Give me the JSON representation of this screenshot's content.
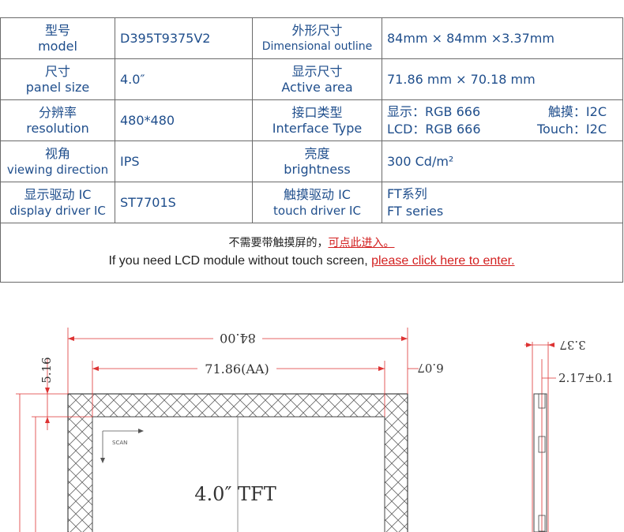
{
  "spec": {
    "model_zh": "型号",
    "model_en": "model",
    "model_val": "D395T9375V2",
    "outline_zh": "外形尺寸",
    "outline_en": "Dimensional outline",
    "outline_val": "84mm × 84mm ×3.37mm",
    "panel_zh": "尺寸",
    "panel_en": "panel size",
    "panel_val": "4.0″",
    "active_zh": "显示尺寸",
    "active_en": "Active area",
    "active_val": "71.86 mm × 70.18 mm",
    "res_zh": "分辨率",
    "res_en": "resolution",
    "res_val": "480*480",
    "iface_zh": "接口类型",
    "iface_en": "Interface Type",
    "iface_disp_zh": "显示：RGB 666",
    "iface_touch_zh": "触摸：I2C",
    "iface_disp_en": "LCD：RGB 666",
    "iface_touch_en": "Touch：I2C",
    "view_zh": "视角",
    "view_en": "viewing direction",
    "view_val": "IPS",
    "bright_zh": "亮度",
    "bright_en": "brightness",
    "bright_val": "300 Cd/m²",
    "ddic_zh": "显示驱动 IC",
    "ddic_en": "display driver IC",
    "ddic_val": "ST7701S",
    "tdic_zh": "触摸驱动 IC",
    "tdic_en": "touch driver IC",
    "tdic_val1": "FT系列",
    "tdic_val2": "FT series"
  },
  "note": {
    "zh_text": "不需要带触摸屏的，",
    "zh_link": "可点此进入。",
    "en_text": "If you need LCD module without touch screen, ",
    "en_link": "please click here to enter."
  },
  "drawing": {
    "dim_width": "84.00",
    "dim_aa": "71.86(AA)",
    "dim_right": "6.07",
    "dim_left": "5.16",
    "dim_thick": "3.37",
    "dim_glass": "2.17±0.1",
    "scan": "SCAN",
    "screen": "4.0″ TFT"
  }
}
